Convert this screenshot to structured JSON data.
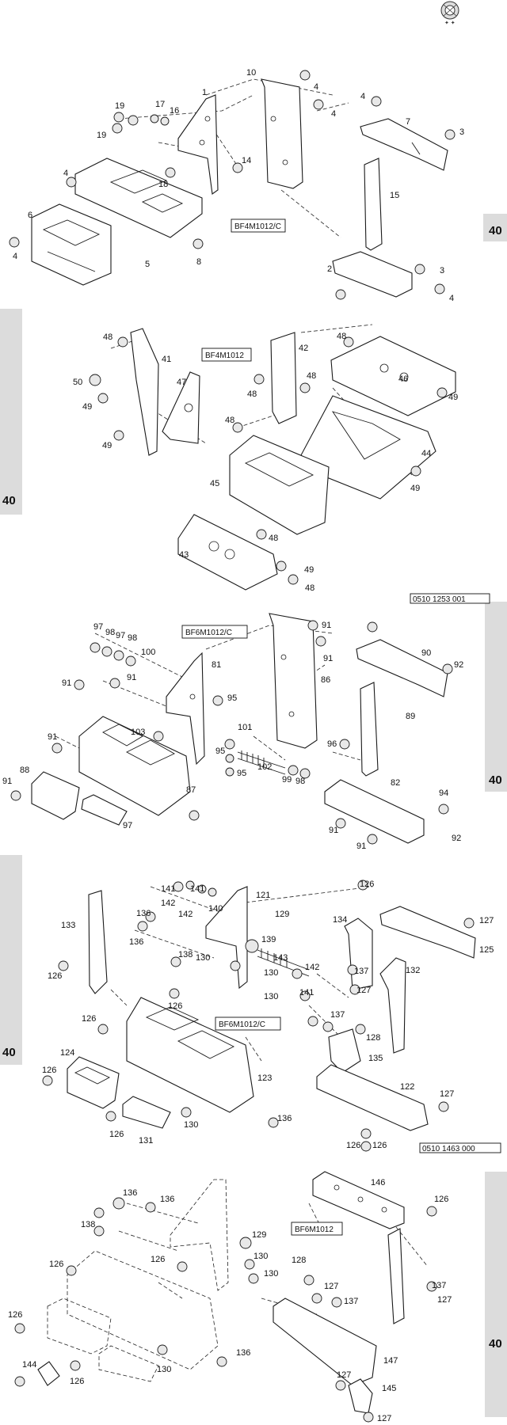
{
  "header": {
    "logo_icon": "engine-logo-icon"
  },
  "page_tabs": [
    {
      "text": "40"
    },
    {
      "text": "40"
    },
    {
      "text": "40"
    },
    {
      "text": "40"
    },
    {
      "text": "40"
    }
  ],
  "sections": [
    {
      "model": "BF4M1012/C",
      "code": "",
      "callouts": [
        "1",
        "2",
        "3",
        "3",
        "4",
        "4",
        "4",
        "4",
        "4",
        "4",
        "5",
        "6",
        "7",
        "8",
        "10",
        "14",
        "15",
        "16",
        "17",
        "18",
        "19",
        "19"
      ]
    },
    {
      "model": "BF4M1012",
      "code": "0510 1253 001",
      "callouts": [
        "41",
        "42",
        "43",
        "44",
        "45",
        "46",
        "47",
        "48",
        "48",
        "48",
        "48",
        "48",
        "48",
        "48",
        "49",
        "49",
        "49",
        "49",
        "49",
        "50"
      ]
    },
    {
      "model": "BF6M1012/C",
      "code": "",
      "callouts": [
        "81",
        "82",
        "86",
        "87",
        "88",
        "89",
        "90",
        "91",
        "91",
        "91",
        "91",
        "91",
        "91",
        "91",
        "91",
        "92",
        "92",
        "94",
        "95",
        "95",
        "95",
        "96",
        "97",
        "97",
        "97",
        "98",
        "98",
        "98",
        "99",
        "100",
        "101",
        "102",
        "103"
      ]
    },
    {
      "model": "BF6M1012/C",
      "code": "0510 1463 000",
      "callouts": [
        "121",
        "122",
        "123",
        "124",
        "125",
        "126",
        "126",
        "126",
        "126",
        "126",
        "126",
        "126",
        "126",
        "127",
        "127",
        "127",
        "128",
        "129",
        "130",
        "130",
        "130",
        "130",
        "131",
        "132",
        "133",
        "134",
        "135",
        "136",
        "136",
        "136",
        "137",
        "137",
        "138",
        "139",
        "140",
        "141",
        "141",
        "141",
        "142",
        "142",
        "142",
        "143"
      ]
    },
    {
      "model": "BF6M1012",
      "code": "",
      "callouts": [
        "126",
        "126",
        "126",
        "126",
        "126",
        "127",
        "127",
        "127",
        "127",
        "128",
        "129",
        "130",
        "130",
        "130",
        "136",
        "136",
        "136",
        "137",
        "137",
        "138",
        "144",
        "145",
        "146",
        "147"
      ]
    }
  ]
}
